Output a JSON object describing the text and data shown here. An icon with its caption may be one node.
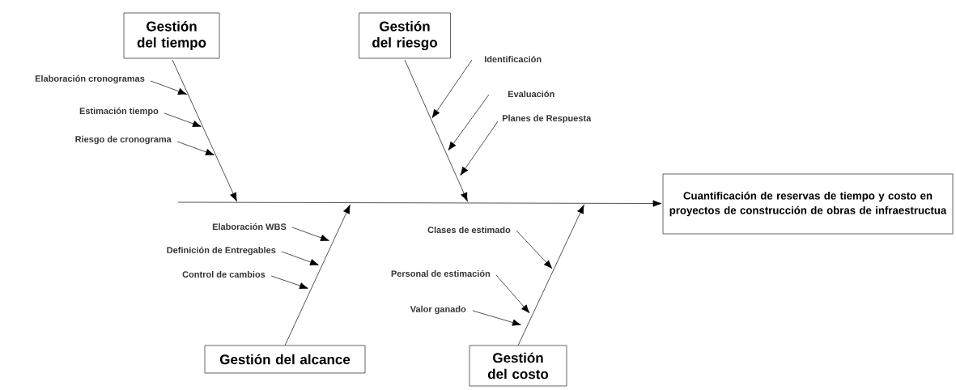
{
  "diagram": {
    "nodes": [
      {
        "text": [
          "Gestión del tiempo"
        ]
      },
      {
        "text": [
          "Elaboración cronogramas"
        ]
      },
      {
        "text": [
          "Estimación tiempo"
        ]
      },
      {
        "text": [
          "Riesgo de cronograma"
        ]
      },
      {
        "text": [
          "Gestión del riesgo"
        ]
      },
      {
        "text": [
          "Identificación"
        ]
      },
      {
        "text": [
          "Evaluación"
        ]
      },
      {
        "text": [
          "Planes de Respuesta"
        ]
      },
      {
        "text": [
          "Cuantificación de reservas de tiempo y costo en proyectos de construcción de obras de infraestructua"
        ]
      },
      {
        "text": [
          "Elaboración WBS"
        ]
      },
      {
        "text": [
          "Definición de Entregables"
        ]
      },
      {
        "text": [
          "Control de cambios"
        ]
      },
      {
        "text": [
          "Gestión del alcance"
        ]
      },
      {
        "text": [
          "Clases de estimado"
        ]
      },
      {
        "text": [
          "Personal de estimación"
        ]
      },
      {
        "text": [
          "Valor ganado"
        ]
      },
      {
        "text": [
          "Gestión del costo"
        ]
      }
    ],
    "edges": [
      {
        "from": null,
        "to": 8,
        "arrow": "to"
      },
      {
        "from": 0,
        "to": null,
        "arrow": "to"
      },
      {
        "from": 4,
        "to": null,
        "arrow": "to"
      },
      {
        "from": 12,
        "to": null,
        "arrow": "to"
      },
      {
        "from": 16,
        "to": null,
        "arrow": "to"
      },
      {
        "from": 1,
        "to": null,
        "arrow": "to"
      },
      {
        "from": 2,
        "to": null,
        "arrow": "to"
      },
      {
        "from": 3,
        "to": null,
        "arrow": "to"
      },
      {
        "from": 5,
        "to": null,
        "arrow": "to"
      },
      {
        "from": 6,
        "to": null,
        "arrow": "to"
      },
      {
        "from": 7,
        "to": null,
        "arrow": "to"
      },
      {
        "from": 9,
        "to": null,
        "arrow": "to"
      },
      {
        "from": 10,
        "to": null,
        "arrow": "to"
      },
      {
        "from": 11,
        "to": null,
        "arrow": "to"
      },
      {
        "from": 13,
        "to": null,
        "arrow": "to"
      },
      {
        "from": 14,
        "to": null,
        "arrow": "to"
      },
      {
        "from": 15,
        "to": null,
        "arrow": "to"
      }
    ]
  }
}
